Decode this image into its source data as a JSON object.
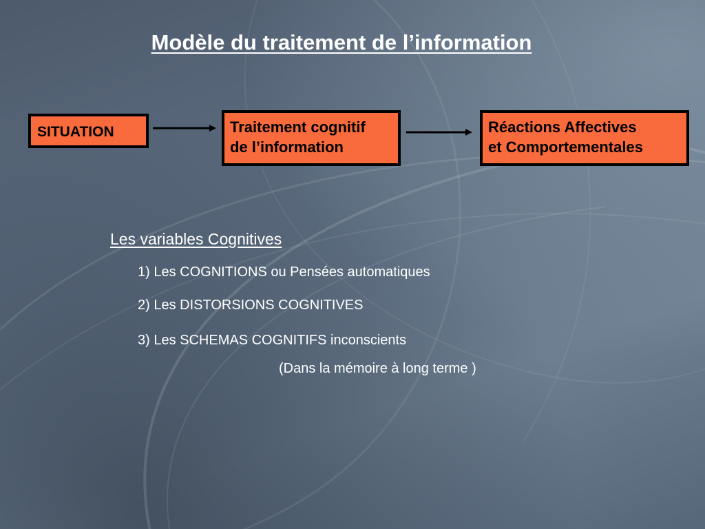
{
  "slide": {
    "title": "Modèle du traitement de l’information"
  },
  "diagram": {
    "boxes": [
      {
        "id": "situation",
        "lines": [
          "SITUATION"
        ]
      },
      {
        "id": "traitement",
        "lines": [
          "Traitement cognitif",
          "de l’information"
        ]
      },
      {
        "id": "reactions",
        "lines": [
          "Réactions Affectives",
          "et Comportementales"
        ]
      }
    ],
    "box_color": "#f96a3c",
    "arrow_color": "#000000"
  },
  "variables": {
    "heading": "Les variables Cognitives",
    "items": [
      "1) Les COGNITIONS ou Pensées automatiques",
      "2) Les DISTORSIONS  COGNITIVES",
      "3) Les SCHEMAS  COGNITIFS inconscients"
    ],
    "note": "(Dans la mémoire à long terme )"
  },
  "colors": {
    "text": "#ffffff",
    "background": "#5f7083"
  }
}
